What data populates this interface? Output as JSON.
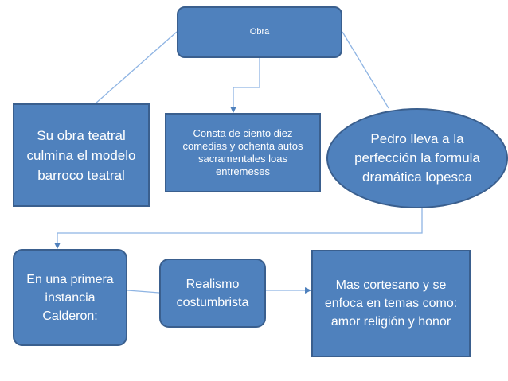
{
  "diagram": {
    "nodes": {
      "obra": "Obra",
      "su_obra": "Su obra teatral culmina el modelo barroco teatral",
      "consta": "Consta de ciento diez comedias y ochenta autos sacramentales loas entremeses",
      "pedro": "Pedro lleva a la perfección la formula dramática lopesca",
      "en_una": "En una primera instancia Calderon:",
      "realismo": "Realismo costumbrista",
      "mas": "Mas cortesano y se enfoca en temas como: amor religión y honor"
    },
    "colors": {
      "box_fill": "#4f81bd",
      "box_border": "#3a5f8e",
      "connector": "#8eb4e3",
      "text": "#ffffff"
    }
  }
}
